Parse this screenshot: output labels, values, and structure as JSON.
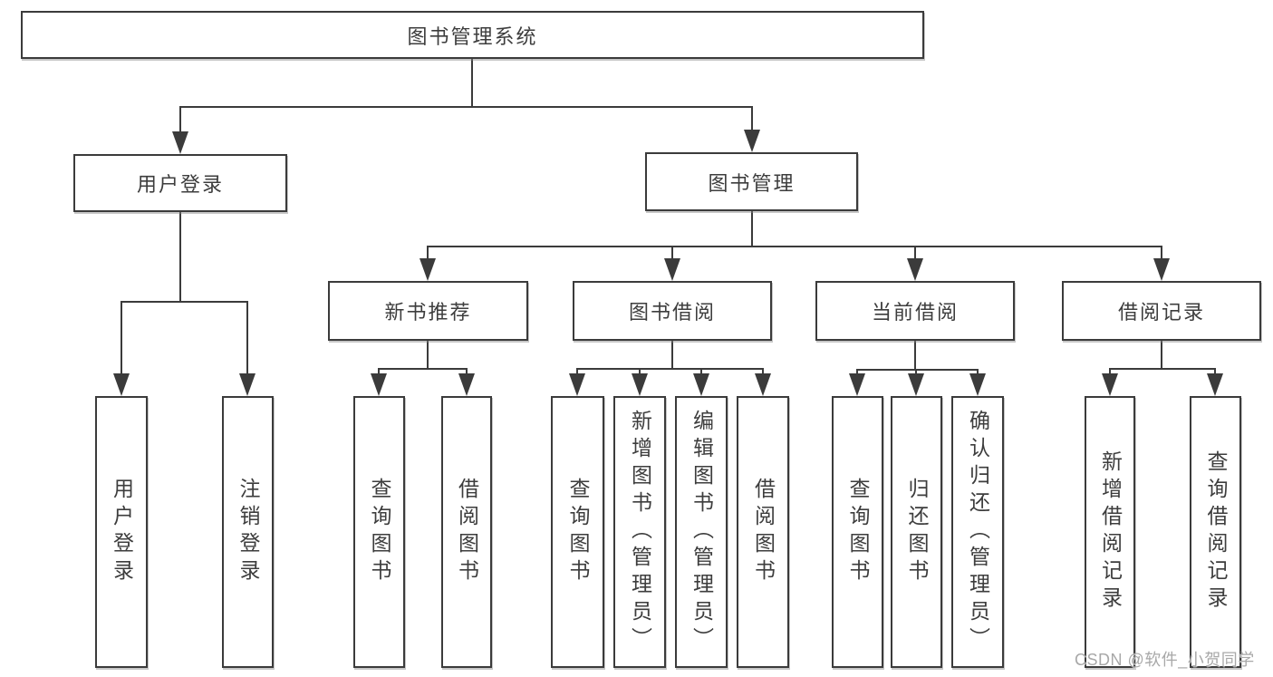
{
  "title": "图书管理系统",
  "watermark": "CSDN @软件_小贺同学",
  "colors": {
    "line": "#3b3b3b",
    "box_border": "#3b3b3b",
    "text": "#3d3d3d",
    "watermark_text": "#a8a8a8",
    "background": "#ffffff"
  },
  "tree": {
    "label": "图书管理系统",
    "children": [
      {
        "label": "用户登录",
        "children": [
          {
            "label": "用户登录"
          },
          {
            "label": "注销登录"
          }
        ]
      },
      {
        "label": "图书管理",
        "children": [
          {
            "label": "新书推荐",
            "children": [
              {
                "label": "查询图书"
              },
              {
                "label": "借阅图书"
              }
            ]
          },
          {
            "label": "图书借阅",
            "children": [
              {
                "label": "查询图书"
              },
              {
                "label": "新增图书（管理员）"
              },
              {
                "label": "编辑图书（管理员）"
              },
              {
                "label": "借阅图书"
              }
            ]
          },
          {
            "label": "当前借阅",
            "children": [
              {
                "label": "查询图书"
              },
              {
                "label": "归还图书"
              },
              {
                "label": "确认归还（管理员）"
              }
            ]
          },
          {
            "label": "借阅记录",
            "children": [
              {
                "label": "新增借阅记录"
              },
              {
                "label": "查询借阅记录"
              }
            ]
          }
        ]
      }
    ]
  }
}
